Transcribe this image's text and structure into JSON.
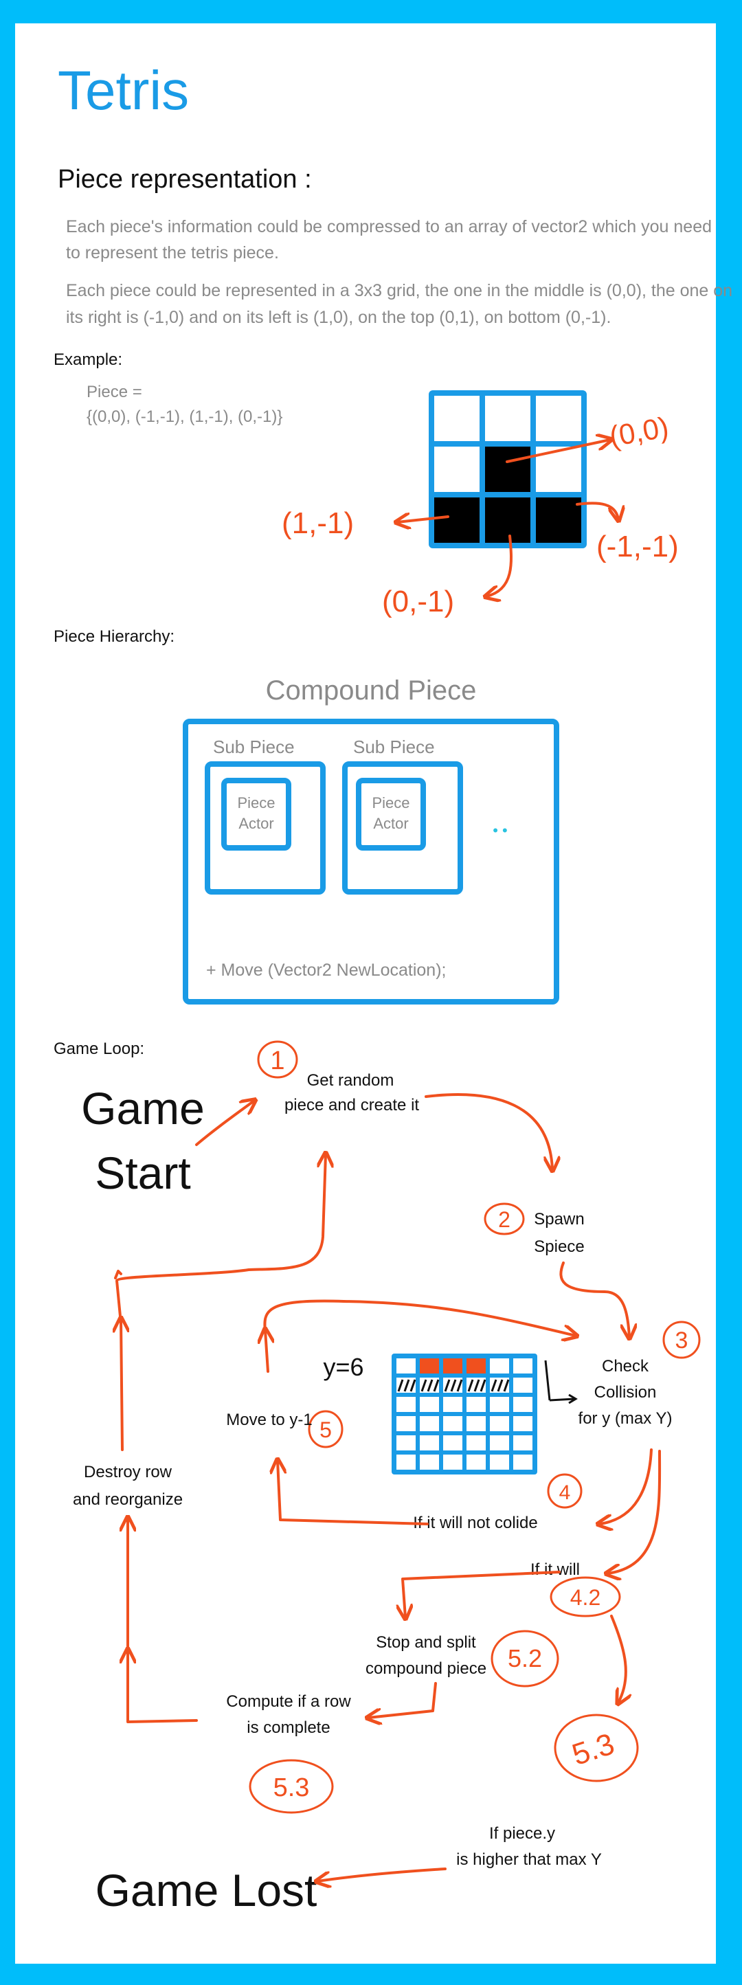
{
  "title": "Tetris",
  "piece_representation": {
    "heading": "Piece representation :",
    "para1_line1": "Each piece's information could be compressed to an array of vector2 which you need",
    "para1_line2": "to represent the tetris piece.",
    "para2_line1": "Each piece could be represented in a 3x3 grid, the one in the middle is (0,0), the one on",
    "para2_line2": "its right is (-1,0) and on its left is (1,0), on the top (0,1), on bottom (0,-1)."
  },
  "example": {
    "label": "Example:",
    "piece_label": "Piece =",
    "piece_value": "{(0,0), (-1,-1), (1,-1), (0,-1)}",
    "grid_filled": [
      [
        0,
        0,
        0
      ],
      [
        0,
        1,
        0
      ],
      [
        1,
        1,
        1
      ]
    ],
    "annotations": {
      "center": "(0,0)",
      "left": "(1,-1)",
      "right": "(-1,-1)",
      "bottom": "(0,-1)"
    }
  },
  "hierarchy": {
    "label": "Piece Hierarchy:",
    "compound_title": "Compound Piece",
    "sub_piece_1": "Sub Piece",
    "sub_piece_2": "Sub Piece",
    "actor_line1": "Piece",
    "actor_line2": "Actor",
    "ellipsis": "• •",
    "method": "+ Move (Vector2 NewLocation);"
  },
  "game_loop": {
    "label": "Game Loop:",
    "game_start_line1": "Game",
    "game_start_line2": "Start",
    "step1_num": "1",
    "step1_line1": "Get random",
    "step1_line2": "piece and create it",
    "step2_num": "2",
    "step2_line1": "Spawn",
    "step2_line2": "Spiece",
    "step3_num": "3",
    "step3_line1": "Check",
    "step3_line2": "Collision",
    "step3_line3": "for y (max Y)",
    "y_label": "y=6",
    "step4_num": "4",
    "step4_text": "If it will not colide",
    "step5_num": "5",
    "step5_text": "Move to y-1",
    "step42_num": "4.2",
    "step42_text": "If it will",
    "step52_num": "5.2",
    "step52_line1": "Stop and split",
    "step52_line2": "compound piece",
    "step53a_num": "5.3",
    "step53a_line1": "Compute if a row",
    "step53a_line2": "is complete",
    "step53b_num": "5.3",
    "destroy_line1": "Destroy row",
    "destroy_line2": "and reorganize",
    "lost_cond_line1": "If piece.y",
    "lost_cond_line2": "is higher that max Y",
    "game_lost": "Game Lost"
  },
  "colors": {
    "border": "#00bdfa",
    "box_blue": "#1a9be6",
    "annotation_red": "#f0501e",
    "dot_cyan": "#29c3e0"
  }
}
